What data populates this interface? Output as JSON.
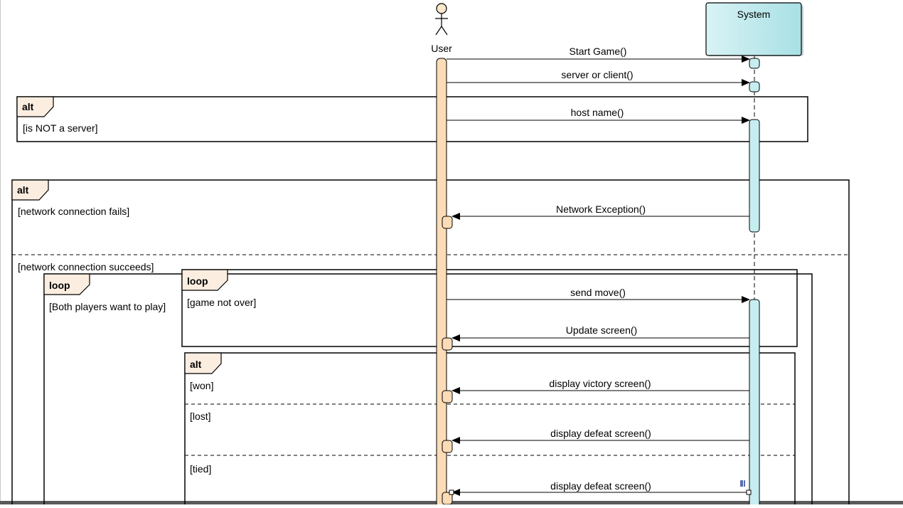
{
  "lifelines": {
    "user": {
      "name": "User"
    },
    "system": {
      "name": "System"
    }
  },
  "messages": [
    {
      "id": "m1",
      "label": "Start Game()",
      "direction": "user-to-system"
    },
    {
      "id": "m2",
      "label": "server or client()",
      "direction": "user-to-system"
    },
    {
      "id": "m3",
      "label": "host name()",
      "direction": "user-to-system"
    },
    {
      "id": "m4",
      "label": "Network Exception()",
      "direction": "system-to-user"
    },
    {
      "id": "m5",
      "label": "send move()",
      "direction": "user-to-system"
    },
    {
      "id": "m6",
      "label": "Update screen()",
      "direction": "system-to-user"
    },
    {
      "id": "m7",
      "label": "display victory screen()",
      "direction": "system-to-user"
    },
    {
      "id": "m8",
      "label": "display defeat screen()",
      "direction": "system-to-user"
    },
    {
      "id": "m9",
      "label": "display defeat screen()",
      "direction": "system-to-user"
    }
  ],
  "fragments": [
    {
      "id": "f1",
      "operator": "alt",
      "guards": [
        "[is NOT a server]"
      ]
    },
    {
      "id": "f2",
      "operator": "alt",
      "guards": [
        "[network connection fails]",
        "[network connection succeeds]"
      ]
    },
    {
      "id": "f3",
      "operator": "loop",
      "guards": [
        "[Both players want to play]"
      ]
    },
    {
      "id": "f4",
      "operator": "loop",
      "guards": [
        "[game not over]"
      ]
    },
    {
      "id": "f5",
      "operator": "alt",
      "guards": [
        "[won]",
        "[lost]",
        "[tied]"
      ]
    }
  ],
  "colors": {
    "user_activation": "#fbdcb6",
    "system_box": "#b6e6ea",
    "system_activation": "#c6eef0",
    "fragment_tag": "#fbeee0"
  }
}
